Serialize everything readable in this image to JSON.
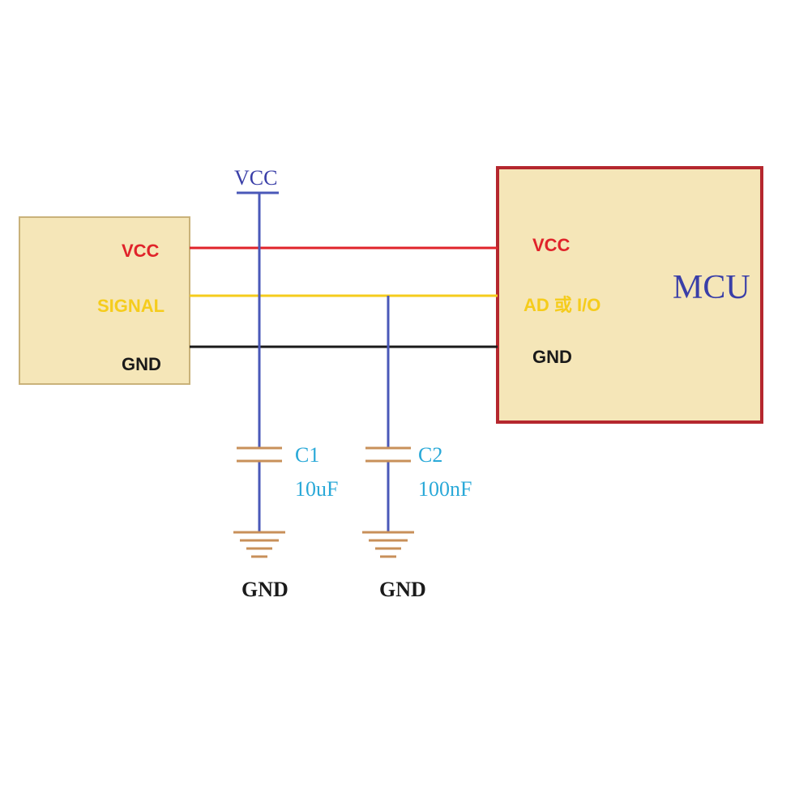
{
  "colors": {
    "background": "#ffffff",
    "module_fill": "#f5e6b8",
    "module_border": "#c9b27a",
    "mcu_fill": "#f5e6b8",
    "mcu_border": "#b5272e",
    "vcc_wire": "#e0232a",
    "signal_wire": "#f5cc1c",
    "gnd_wire": "#1a1a1a",
    "vcc_rail": "#4a58b8",
    "capacitor_plate": "#c8905a",
    "ground_symbol": "#c8905a",
    "cap_label": "#2aa9d8",
    "mcu_label": "#3a3fa8",
    "gnd_label": "#1a1a1a"
  },
  "sensor_module": {
    "pins": {
      "vcc": "VCC",
      "signal": "SIGNAL",
      "gnd": "GND"
    }
  },
  "mcu": {
    "title": "MCU",
    "pins": {
      "vcc": "VCC",
      "io": "AD 或 I/O",
      "gnd": "GND"
    }
  },
  "power_rail": {
    "label": "VCC"
  },
  "capacitors": [
    {
      "ref": "C1",
      "value": "10uF",
      "ground_label": "GND"
    },
    {
      "ref": "C2",
      "value": "100nF",
      "ground_label": "GND"
    }
  ]
}
